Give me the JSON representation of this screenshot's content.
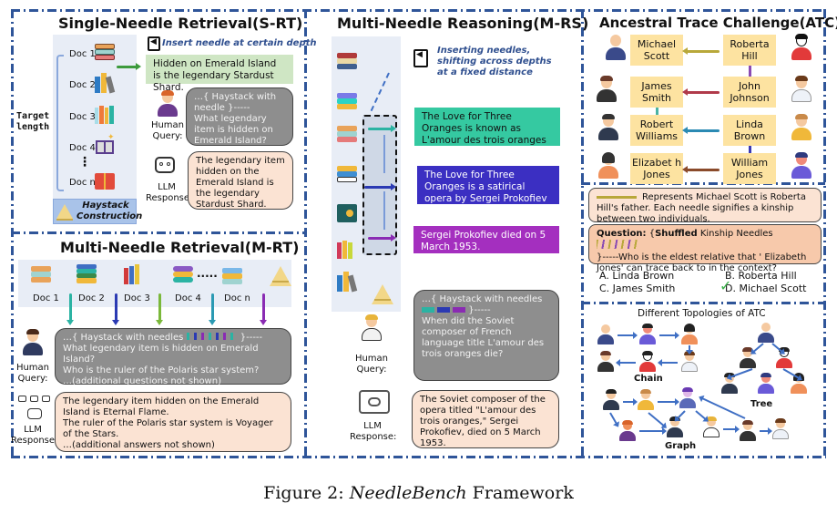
{
  "srt": {
    "title": "Single-Needle Retrieval(S-RT)",
    "insert_note": "Insert needle at certain depth",
    "target_length_label": "Target length",
    "docs": [
      "Doc 1",
      "Doc 2",
      "Doc 3",
      "Doc 4",
      "⋮",
      "Doc n"
    ],
    "haystack_label": "Haystack Construction",
    "needle_text": "Hidden on Emerald Island is the legendary Stardust Shard.",
    "human_label": "Human Query:",
    "query_prefix": "…{ ",
    "query_haystack": "Haystack with needle",
    "query_suffix": " }-----",
    "query_text": "What legendary item is hidden on Emerald Island?",
    "llm_label": "LLM Response",
    "response_text": "The legendary item hidden on the Emerald Island is the legendary Stardust Shard."
  },
  "mrt": {
    "title": "Multi-Needle Retrieval(M-RT)",
    "docs": [
      "Doc 1",
      "Doc 2",
      "Doc 3",
      "Doc 4",
      "Doc n"
    ],
    "dots": "·····",
    "human_label": "Human Query:",
    "query_head": "…{ Haystack with needles",
    "query_tail": "}-----",
    "query_lines": [
      "What legendary item is hidden on Emerald Island?",
      "Who is the ruler of the Polaris star system?",
      "…(additional questions not shown)"
    ],
    "llm_label": "LLM Response",
    "response_lines": [
      "The legendary item hidden on the Emerald Island is Eternal Flame.",
      "The ruler of the Polaris star system is Voyager of the Stars.",
      "…(additional answers not shown)"
    ]
  },
  "mrs": {
    "title": "Multi-Needle Reasoning(M-RS)",
    "insert_note": "Inserting needles, shifting across depths at a fixed distance",
    "needles": [
      {
        "text": "The Love for Three Oranges is known as L'amour des trois oranges",
        "color": "#35c9a1"
      },
      {
        "text": "The Love for Three Oranges is a satirical opera by Sergei Prokofiev",
        "color": "#3b2fc2"
      },
      {
        "text": "Sergei Prokofiev died on 5 March 1953.",
        "color": "#a42fbf"
      }
    ],
    "human_label": "Human Query:",
    "query_head": "…{ Haystack with needles",
    "query_tail": "}-----",
    "query_text": "When did the Soviet composer of French language title L'amour des trois oranges die?",
    "llm_label": "LLM Response:",
    "response_text": "The Soviet composer of the opera titled \"L'amour des trois oranges,\" Sergei Prokofiev, died on 5 March 1953."
  },
  "atc": {
    "title": "Ancestral Trace Challenge(ATC)",
    "names": [
      [
        "Michael Scott",
        "Roberta Hill"
      ],
      [
        "James Smith",
        "John Johnson"
      ],
      [
        "Robert Williams",
        "Linda Brown"
      ],
      [
        "Elizabet h Jones",
        "William Jones"
      ]
    ],
    "needle_desc": "Represents Michael Scott is Roberta Hill's father. Each needle signifies a kinship between two individuals.",
    "question_label": "Question:",
    "question_open": " {",
    "question_shuffled": "Shuffled",
    "question_kinship": " Kinship Needles",
    "question_text": "}-----Who is the eldest relative that ' Elizabeth Jones' can trace back to in the context?",
    "options": [
      "A. Linda Brown",
      "B. Roberta Hill",
      "C. James Smith",
      "D. Michael Scott"
    ],
    "correct_option": "D. Michael Scott",
    "topologies_title": "Different Topologies of ATC",
    "topology_labels": [
      "Chain",
      "Tree",
      "Graph"
    ]
  },
  "caption": {
    "prefix": "Figure 2: ",
    "italic": "NeedleBench",
    "suffix": " Framework"
  },
  "colors": {
    "border": "#2f5599",
    "gray_bubble": "#8e8e8e",
    "peach_bubble": "#fbe3d3",
    "green_note": "#cfe6c4",
    "name_box": "#fde3a1"
  }
}
